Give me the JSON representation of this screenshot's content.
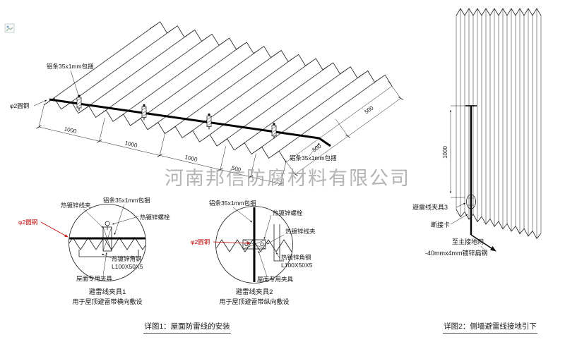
{
  "watermark": {
    "text": "河南邦信防腐材料有限公司"
  },
  "roof_view": {
    "label_alu_top": "铝条35x1mm包捆",
    "label_alu_right": "铝条35x1mm包捆",
    "label_rod": "φ2圆钢",
    "front_dims": [
      "1000",
      "1000",
      "1000",
      "500"
    ],
    "side_dims": [
      "500",
      "500"
    ]
  },
  "clamp_detail_1": {
    "label_wire_clip": "热镀锌线夹",
    "label_alu": "铝条35x1mm包捆",
    "label_bolt": "热镀锌螺栓",
    "label_rod": "φ2圆钢",
    "label_angle": "热镀锌角钢",
    "label_angle_spec": "L100X50X5",
    "label_roof_clamp": "屋面专用夹具",
    "title": "避雷线夹具1",
    "subtitle": "用于屋顶避雷带横向敷设"
  },
  "clamp_detail_2": {
    "label_alu": "铝条35x1mm包捆",
    "label_bolt": "热镀锌螺栓",
    "label_wire_clip": "热镀锌线夹",
    "label_rod": "φ2圆钢",
    "label_angle": "热镀锌角钢",
    "label_angle_spec": "L100X50X5",
    "label_roof_clamp": "屋面专用夹具",
    "title": "避雷线夹具2",
    "subtitle": "用于屋顶避雷带纵向敷设"
  },
  "wall_view": {
    "dim_height": "1000",
    "label_clamp": "避雷线夹具3",
    "label_disconnect": "断接卡",
    "label_to_ground": "至主接地网",
    "label_flat_steel": "-40mmx4mm镀锌扁钢"
  },
  "captions": {
    "detail_1": "详图1：屋面防雷线的安装",
    "detail_2": "详图2：侧墙避雷线接地引下"
  }
}
